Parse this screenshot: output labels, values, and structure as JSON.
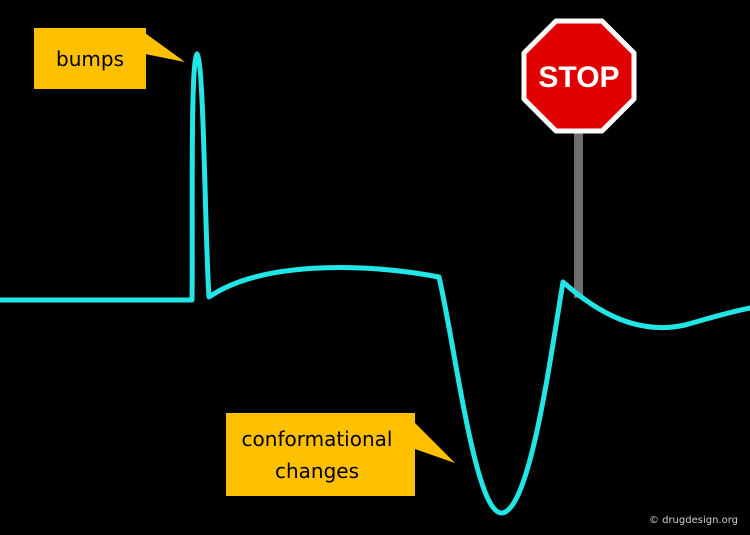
{
  "colors": {
    "background": "#000000",
    "curve": "#22e6e6",
    "callout": "#ffc000",
    "stop_sign": "#e00000",
    "stop_border": "#ffffff",
    "pole": "#6e6e6e"
  },
  "callouts": {
    "bumps": "bumps",
    "conformational_line1": "conformational",
    "conformational_line2": "changes"
  },
  "stop_sign": {
    "text": "STOP"
  },
  "credit": "© drugdesign.org"
}
